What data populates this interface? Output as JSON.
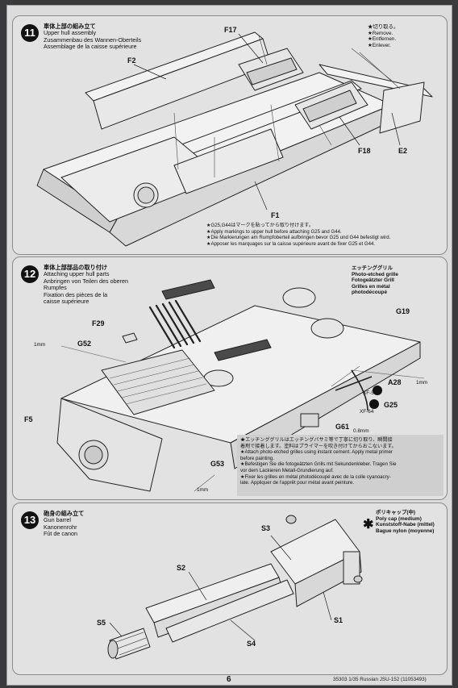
{
  "step11": {
    "number": "11",
    "title_jp": "車体上部の組み立て",
    "title_en": "Upper hull assembly",
    "title_de": "Zusammenbau des Wannen-Oberteils",
    "title_fr": "Assemblage de la caisse supérieure",
    "parts": {
      "f17": "F17",
      "f2": "F2",
      "f18": "F18",
      "e2": "E2",
      "f1": "F1"
    },
    "remove_note": [
      "★切り取る。",
      "★Remove.",
      "★Entfernen.",
      "★Enlever."
    ],
    "markings_note": [
      "★G25,G44はマークを貼ってから取り付けます。",
      "★Apply markings to upper hull before attaching G25 and G44.",
      "★Die Markierungen am Rumpfoberteil aufbringen bevor G25 und G44 befestigt wird.",
      "★Apposer les marquages sur la caisse supérieure avant de fixer G25 et G44."
    ]
  },
  "step12": {
    "number": "12",
    "title_jp": "車体上部部品の取り付け",
    "title_en": "Attaching upper hull parts",
    "title_de": [
      "Anbringen von Teilen des oberen",
      "Rumpfes"
    ],
    "title_fr": [
      "Fixation des pièces de la",
      "caisse supérieure"
    ],
    "grille_label": [
      "エッチンググリル",
      "Photo-etched grille",
      "Fotogeätzter Grill",
      "Grilles en métal",
      "photodécoupé"
    ],
    "parts": {
      "f29": "F29",
      "g52": "G52",
      "g19": "G19",
      "a28": "A28",
      "g25": "G25",
      "f5": "F5",
      "g61": "G61",
      "g53": "G53"
    },
    "sizes": {
      "left_1mm": "1mm",
      "right_1mm": "1mm",
      "bottom_1mm": "1mm",
      "wire": "0.8mm"
    },
    "paints": {
      "xf56": "XF-56",
      "xf64": "XF-64"
    },
    "grille_note": [
      "★エッチンググリルはエッチングバサミ等で丁寧に切り取り、瞬間接",
      "着剤で接着します。塗料はプライマーを吹き付けてからおこないます。",
      "★Attach photo-etched grilles using instant cement. Apply metal primer",
      "before painting.",
      "★Befestigen Sie die fotogeätzten Grills mit Sekundenkleber. Tragen Sie",
      "vor dem Lackieren Metall-Grundierung auf.",
      "★Fixer les grilles en métal photodécoupé avec de la colle cyanoacry-",
      "late. Appliquer de l'apprêt pour métal avant peinture."
    ]
  },
  "step13": {
    "number": "13",
    "title_jp": "砲身の組み立て",
    "title_en": "Gun barrel",
    "title_de": "Kanonenrohr",
    "title_fr": "Fût de canon",
    "parts": {
      "s3": "S3",
      "s2": "S2",
      "s1": "S1",
      "s5": "S5",
      "s4": "S4"
    },
    "polycap": [
      "ポリキャップ(中)",
      "Poly cap (medium)",
      "Kunststoff-Nabe (mittel)",
      "Bague nylon (moyenne)"
    ]
  },
  "footer": {
    "page": "6",
    "kit": "35303  1/35 Russian JSU-152 (11053493)"
  }
}
